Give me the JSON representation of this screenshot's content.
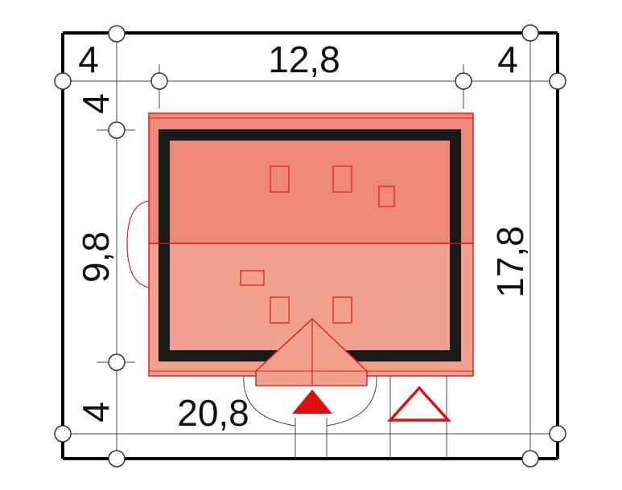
{
  "site_plan": {
    "dimensions": {
      "top_left_setback": "4",
      "top_width": "12,8",
      "top_right_setback": "4",
      "left_top_setback": "4",
      "left_height": "9,8",
      "right_total_height": "17,8",
      "left_bottom_setback": "4",
      "bottom_total_width": "20,8"
    },
    "colors": {
      "plot_border": "#000000",
      "guide_line": "#444444",
      "building_fill_upper": "#ee8877",
      "building_fill_lower": "#f1a090",
      "building_outline": "#dd2222",
      "wall": "#1a1a1a",
      "entrance_marker": "#dd1111",
      "marker_node": "#ffffff"
    }
  }
}
